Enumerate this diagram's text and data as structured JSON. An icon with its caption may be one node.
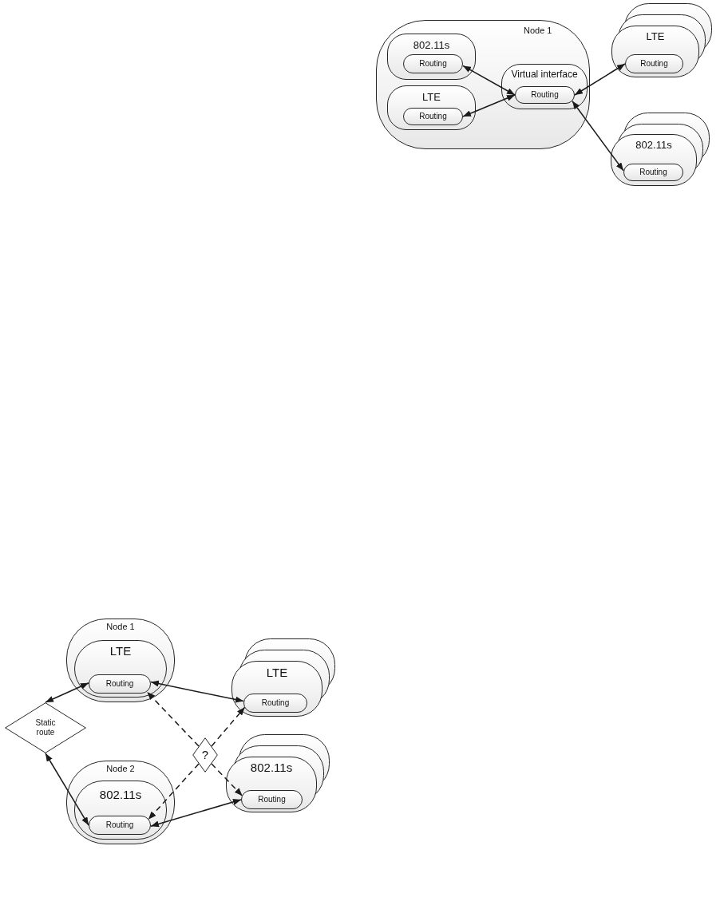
{
  "diagram": {
    "nodes": [
      {
        "text": [
          "Node 1"
        ]
      },
      {
        "text": [
          "802.11s"
        ],
        "in": 0
      },
      {
        "text": [
          "Routing"
        ],
        "in": 1
      },
      {
        "text": [
          "LTE"
        ],
        "in": 0
      },
      {
        "text": [
          "Routing"
        ],
        "in": 3
      },
      {
        "text": [
          "Virtual interface"
        ],
        "in": 0
      },
      {
        "text": [
          "Routing"
        ],
        "in": 5
      },
      {
        "text": [
          "LTE"
        ]
      },
      {
        "text": [
          "Routing"
        ],
        "in": 7
      },
      {
        "text": [
          "802.11s"
        ]
      },
      {
        "text": [
          "Routing"
        ],
        "in": 9
      },
      {
        "text": [
          "Node 1"
        ]
      },
      {
        "text": [
          "LTE"
        ],
        "in": 11
      },
      {
        "text": [
          "Routing"
        ],
        "in": 12
      },
      {
        "text": [
          "LTE"
        ]
      },
      {
        "text": [
          "Routing"
        ],
        "in": 14
      },
      {
        "text": [
          "Static route"
        ]
      },
      {
        "text": [
          "?"
        ]
      },
      {
        "text": [
          "Node 2"
        ]
      },
      {
        "text": [
          "802.11s"
        ],
        "in": 18
      },
      {
        "text": [
          "Routing"
        ],
        "in": 19
      },
      {
        "text": [
          "802.11s"
        ]
      },
      {
        "text": [
          "Routing"
        ],
        "in": 21
      }
    ],
    "edges": [
      {
        "from": 2,
        "to": 6,
        "arrow": "both"
      },
      {
        "from": 4,
        "to": 6,
        "arrow": "both"
      },
      {
        "from": 6,
        "to": 8,
        "arrow": "both"
      },
      {
        "from": 6,
        "to": 10,
        "arrow": "both"
      },
      {
        "from": 16,
        "to": 13,
        "arrow": "both"
      },
      {
        "from": 13,
        "to": 15,
        "arrow": "both"
      },
      {
        "from": 16,
        "to": 20,
        "arrow": "both"
      },
      {
        "from": 20,
        "to": 22,
        "arrow": "both"
      },
      {
        "from": 17,
        "to": 13,
        "arrow": "to",
        "style": "dashed"
      },
      {
        "from": 17,
        "to": 22,
        "arrow": "to",
        "style": "dashed"
      },
      {
        "from": 17,
        "to": 15,
        "arrow": "to",
        "style": "dashed"
      },
      {
        "from": 17,
        "to": 20,
        "arrow": "to",
        "style": "dashed"
      }
    ]
  }
}
